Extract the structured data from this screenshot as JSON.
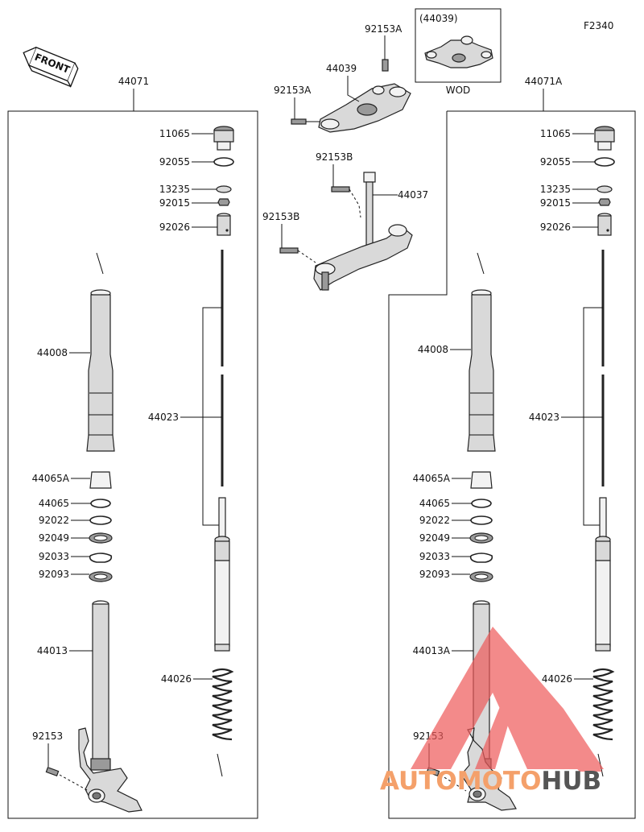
{
  "figure_code": "F2340",
  "front_label": "FRONT",
  "assembly": {
    "left_fork": "44071",
    "right_fork": "44071A",
    "variant_box_part": "(44039)",
    "variant_box_caption": "WOD"
  },
  "top_parts": {
    "bolt_a_top": "92153A",
    "upper_clamp": "44039",
    "bolt_a_left": "92153A",
    "bolt_b_top": "92153B",
    "steering_stem": "44037",
    "bolt_b_left": "92153B"
  },
  "left_parts": {
    "p11065": "11065",
    "p92055": "92055",
    "p13235": "13235",
    "p92015": "92015",
    "p92026": "92026",
    "p44008": "44008",
    "p44023": "44023",
    "p44065A": "44065A",
    "p44065": "44065",
    "p92022": "92022",
    "p92049": "92049",
    "p92033": "92033",
    "p92093": "92093",
    "p44013": "44013",
    "p44026": "44026",
    "p92153": "92153"
  },
  "right_parts": {
    "p11065": "11065",
    "p92055": "92055",
    "p13235": "13235",
    "p92015": "92015",
    "p92026": "92026",
    "p44008": "44008",
    "p44023": "44023",
    "p44065A": "44065A",
    "p44065": "44065",
    "p92022": "92022",
    "p92049": "92049",
    "p92033": "92033",
    "p92093": "92093",
    "p44013A": "44013A",
    "p44026": "44026",
    "p92153": "92153"
  },
  "watermark": {
    "part1": "AUTO",
    "part2": "MOTO",
    "part3": "HUB",
    "color_primary": "#f4a06a",
    "color_secondary": "#555555",
    "color_triangle": "#ee5a5a"
  }
}
